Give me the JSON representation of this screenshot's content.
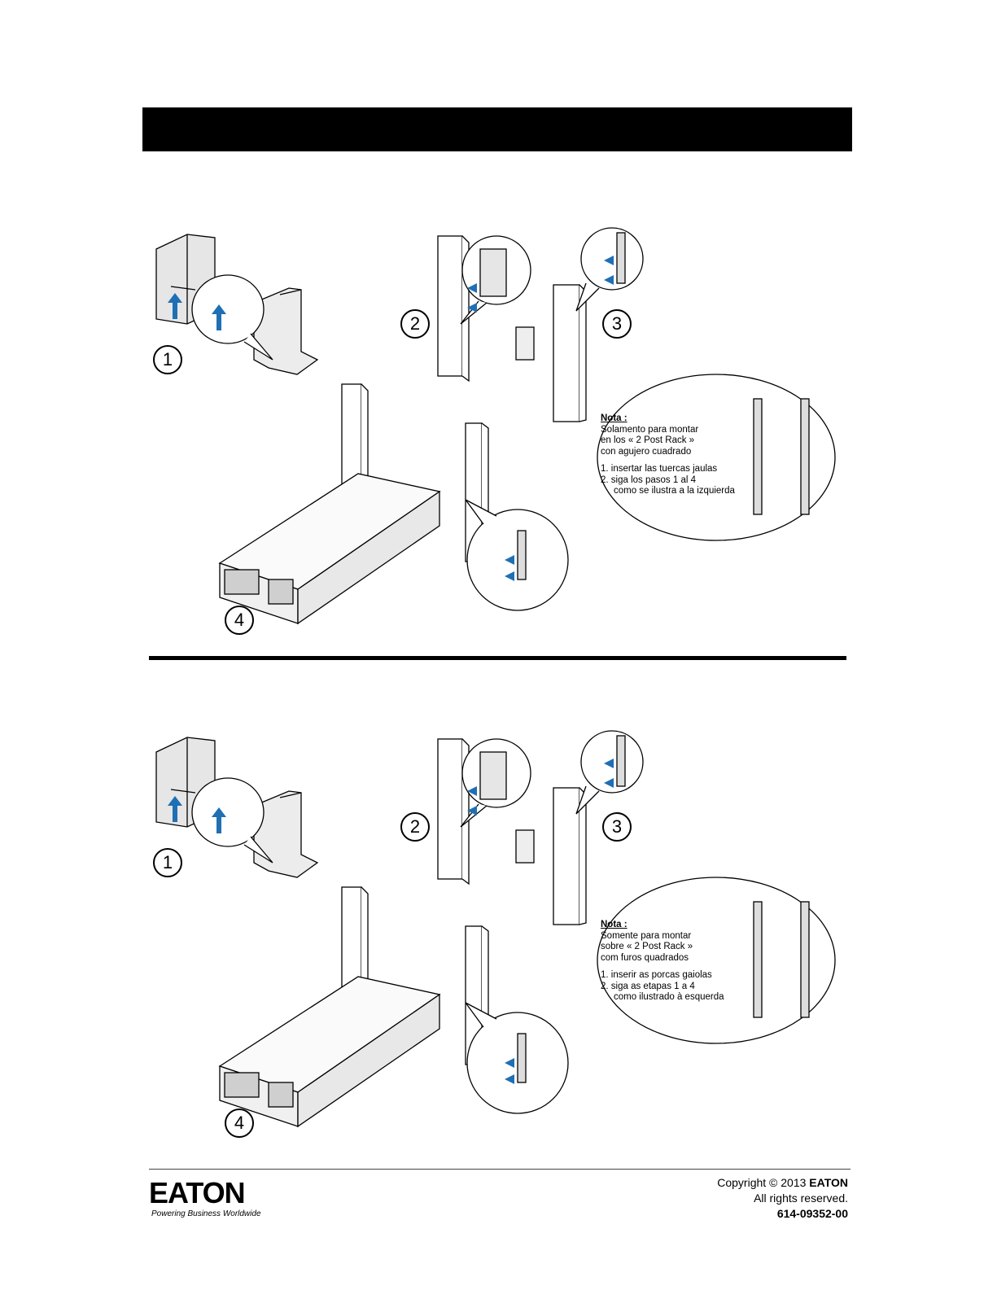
{
  "steps": [
    "1",
    "2",
    "3",
    "4"
  ],
  "notes": [
    {
      "title": "Nota :",
      "lines": [
        "Solamento para montar",
        "en los « 2 Post Rack »",
        "con agujero cuadrado"
      ],
      "items": [
        "1.  insertar las tuercas jaulas",
        "2.  siga los pasos 1 al 4",
        "     como se ilustra a la izquierda"
      ]
    },
    {
      "title": "Nota :",
      "lines": [
        "Somente para montar",
        "sobre « 2 Post Rack »",
        "com furos quadrados"
      ],
      "items": [
        "1.  inserir as porcas gaiolas",
        "2.  siga as etapas 1 a 4",
        "     como ilustrado à esquerda"
      ]
    }
  ],
  "footer": {
    "logo": "EATON",
    "tagline": "Powering Business Worldwide",
    "copyright": "Copyright © 2013",
    "brand": "EATON",
    "rights": "All rights reserved.",
    "doc_number": "614-09352-00"
  },
  "colors": {
    "arrow": "#1f6fb5",
    "line": "#000000",
    "steel": "#d8d8d8"
  }
}
